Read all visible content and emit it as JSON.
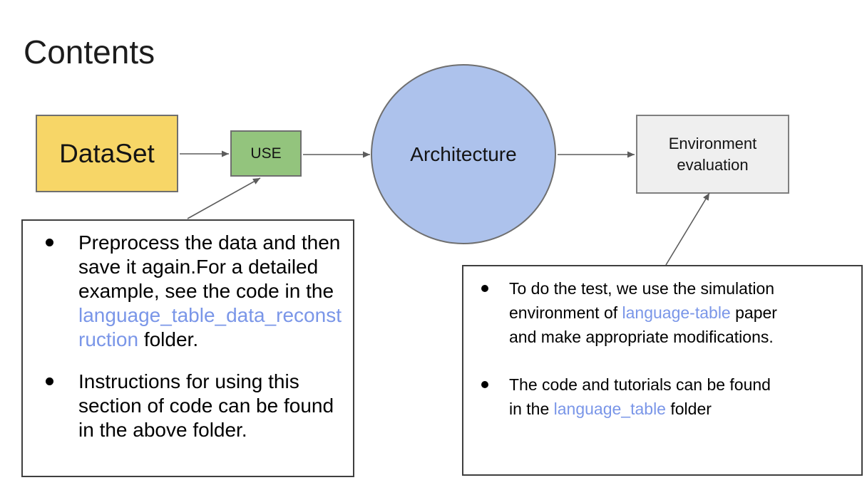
{
  "slide": {
    "title": "Contents"
  },
  "flowchart": {
    "dataset": {
      "label": "DataSet",
      "fill": "#F7D667"
    },
    "use": {
      "label": "USE",
      "fill": "#93C47D"
    },
    "architecture": {
      "label": "Architecture",
      "fill": "#ADC2EC"
    },
    "environment": {
      "label": "Environment evaluation",
      "fill": "#EFEFEF"
    }
  },
  "notes_left": {
    "bullets": [
      {
        "segments": [
          {
            "text": "Preprocess the data and then\nsave it again.For a detailed\nexample, see the code in the\n"
          },
          {
            "text": "language_table_data_reconst\nruction",
            "link": true
          },
          {
            "text": " folder."
          }
        ]
      },
      {
        "segments": [
          {
            "text": "Instructions for using this\nsection of code can be found\nin the above folder."
          }
        ]
      }
    ]
  },
  "notes_right": {
    "bullets": [
      {
        "segments": [
          {
            "text": "To do the test, we use the simulation\nenvironment of "
          },
          {
            "text": "language-table",
            "link": true
          },
          {
            "text": " paper\nand make appropriate modifications."
          }
        ]
      },
      {
        "segments": [
          {
            "text": "The code and tutorials can be found\nin the "
          },
          {
            "text": "language_table",
            "link": true
          },
          {
            "text": " folder"
          }
        ]
      }
    ]
  },
  "colors": {
    "link_text": "#7A96E8",
    "arrow": "#5C5C5C",
    "shape_border": "#6F6F6F",
    "note_border": "#3F3F3F"
  }
}
